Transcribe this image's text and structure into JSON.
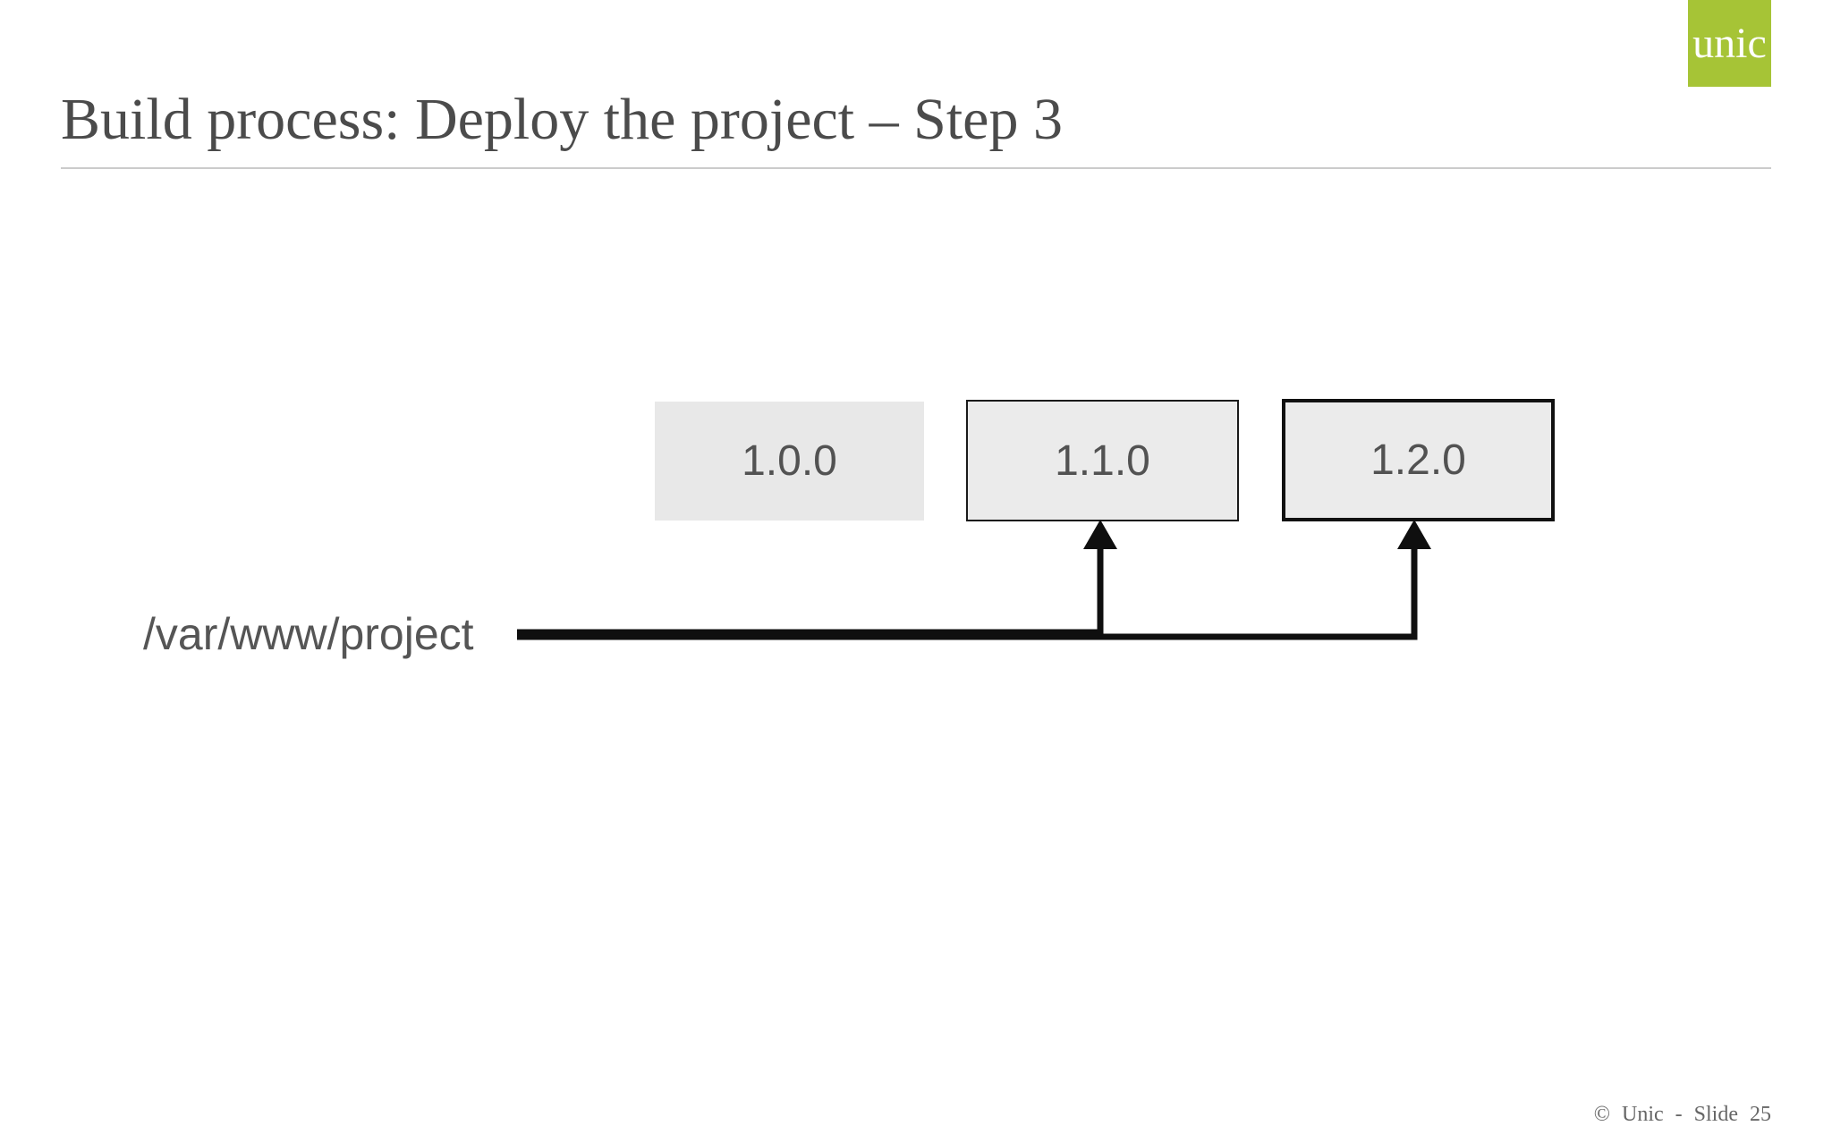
{
  "logo": {
    "text": "unic",
    "bg_color": "#a6c436",
    "text_color": "#ffffff"
  },
  "header": {
    "title": "Build process: Deploy the project – Step 3"
  },
  "diagram": {
    "path_label": "/var/www/project",
    "versions": [
      {
        "label": "1.0.0",
        "state": "unlinked",
        "border": "none"
      },
      {
        "label": "1.1.0",
        "state": "previous-target",
        "border": "thin"
      },
      {
        "label": "1.2.0",
        "state": "current-target",
        "border": "thick"
      }
    ],
    "arrow_color": "#0f0f0f",
    "box_fill": "#e8e8e8",
    "label_color": "#525252"
  },
  "footer": {
    "text": "© Unic - Slide 25"
  }
}
